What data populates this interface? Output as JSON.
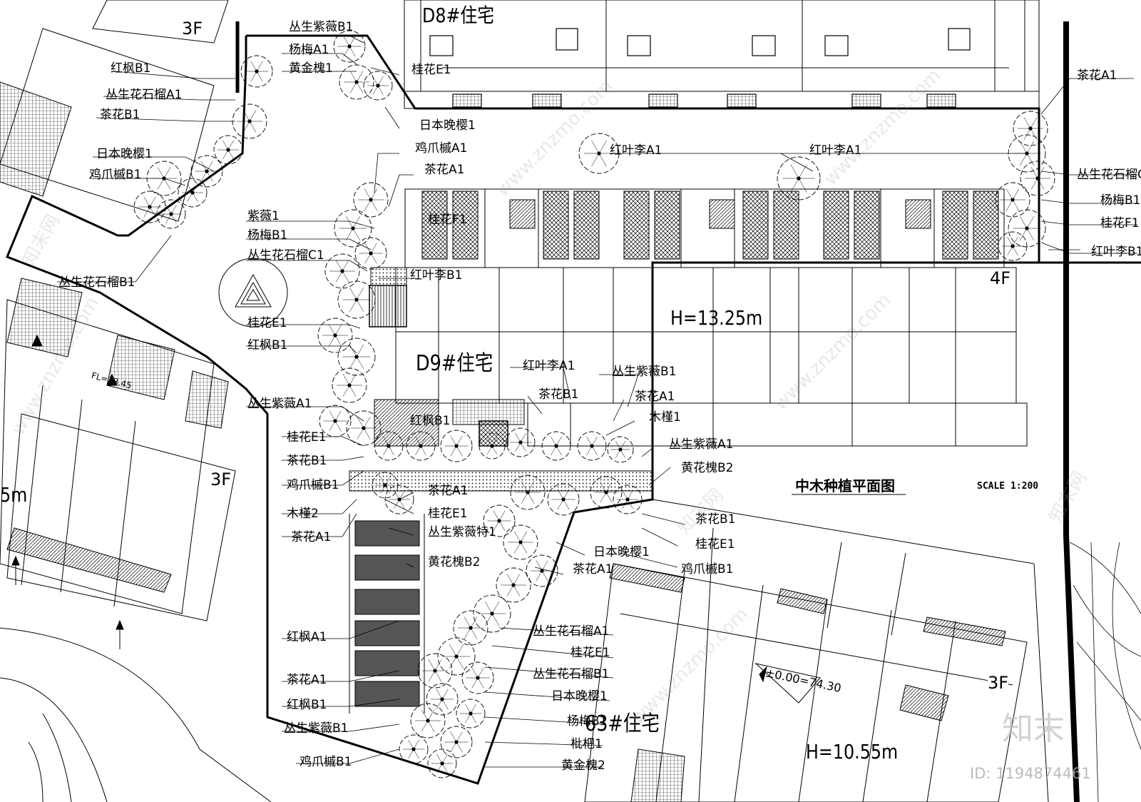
{
  "drawing": {
    "title": "中木种植平面图",
    "scale": "SCALE 1:200",
    "colors": {
      "line": "#000000",
      "paper": "#ffffff",
      "watermark": "#999999"
    }
  },
  "buildings": {
    "d9": {
      "name": "D9#住宅",
      "height": "H=13.25m",
      "floors": "4F"
    },
    "b63": {
      "name": "63#住宅",
      "height": "H=10.55m",
      "floors": "3F"
    },
    "west_floors": "3F",
    "west_floors_2": "3F",
    "top_partial": "D8#住宅",
    "elevation": "±0.00=74.30",
    "west_fl": "FL=73.45",
    "west_h_partial": "5m"
  },
  "plant_labels": [
    "丛生紫薇B1",
    "杨梅A1",
    "黄金槐1",
    "桂花E1",
    "日本晚樱1",
    "鸡爪槭A1",
    "茶花A1",
    "紫薇1",
    "杨梅B1",
    "丛生花石榴C1",
    "桂花F1",
    "红叶李B1",
    "桂花E1",
    "红枫B1",
    "红叶李A1",
    "红叶李A1",
    "红枫B1",
    "丛生花石榴A1",
    "茶花B1",
    "日本晚樱1",
    "鸡爪槭B1",
    "丛生花石榴B1",
    "茶花A1",
    "丛生花石榴C1",
    "杨梅B1",
    "桂花F1",
    "红叶李B1",
    "丛生紫薇A1",
    "桂花E1",
    "茶花B1",
    "鸡爪槭B1",
    "木槿2",
    "茶花A1",
    "红叶李A1",
    "丛生紫薇B1",
    "茶花B1",
    "茶花A1",
    "木槿1",
    "红枫B1",
    "丛生紫薇A1",
    "黄花槐B2",
    "茶花A1",
    "桂花E1",
    "丛生紫薇特1",
    "黄花槐B2",
    "茶花B1",
    "桂花E1",
    "日本晚樱1",
    "茶花A1",
    "鸡爪槭B1",
    "红枫A1",
    "茶花A1",
    "红枫B1",
    "丛生紫薇B1",
    "鸡爪槭B1",
    "丛生花石榴A1",
    "桂花E1",
    "丛生花石榴B1",
    "日本晚樱1",
    "杨梅B1",
    "枇杷1",
    "黄金槐2"
  ],
  "watermark": {
    "site": "www.znzmo.com",
    "brand": "知末网",
    "logo": "知末",
    "id": "ID: 1194874461"
  }
}
